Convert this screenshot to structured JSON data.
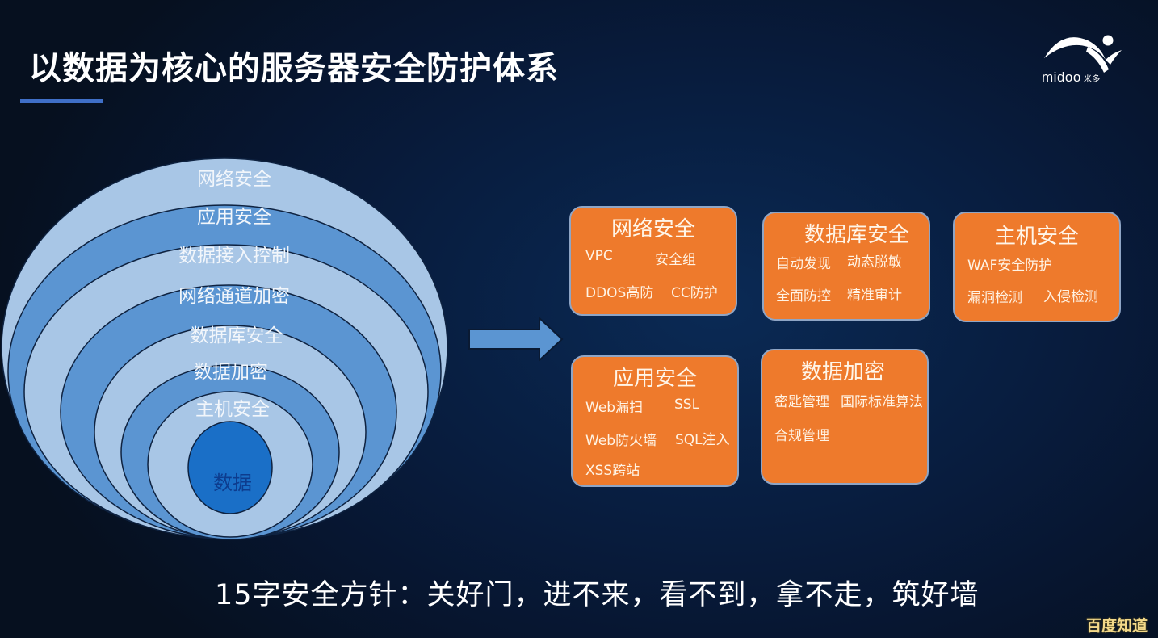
{
  "header": {
    "title": "以数据为核心的服务器安全防护体系",
    "underline_color": "#3f6fc7"
  },
  "logo": {
    "brand": "midoo",
    "brand_cn": "米多",
    "icon": "midoo-figure-logo-icon"
  },
  "onion_diagram": {
    "layers": [
      {
        "label": "网络安全",
        "fill": "#a8c6e6"
      },
      {
        "label": "应用安全",
        "fill": "#5b95d2"
      },
      {
        "label": "数据接入控制",
        "fill": "#a8c6e6"
      },
      {
        "label": "网络通道加密",
        "fill": "#5b95d2"
      },
      {
        "label": "数据库安全",
        "fill": "#a8c6e6"
      },
      {
        "label": "数据加密",
        "fill": "#5b95d2"
      },
      {
        "label": "主机安全",
        "fill": "#a8c6e6"
      }
    ],
    "core": {
      "label": "数据",
      "fill": "#1a6fc7"
    }
  },
  "arrow": {
    "icon": "right-arrow-icon",
    "fill": "#5b95d2"
  },
  "cards": [
    {
      "title": "网络安全",
      "items": [
        "VPC",
        "安全组",
        "DDOS高防",
        "CC防护"
      ]
    },
    {
      "title": "数据库安全",
      "items": [
        "自动发现",
        "动态脱敏",
        "全面防控",
        "精准审计"
      ]
    },
    {
      "title": "主机安全",
      "items": [
        "WAF安全防护",
        "漏洞检测",
        "入侵检测"
      ]
    },
    {
      "title": "应用安全",
      "items": [
        "Web漏扫",
        "SSL",
        "Web防火墙",
        "SQL注入",
        "XSS跨站"
      ]
    },
    {
      "title": "数据加密",
      "items": [
        "密匙管理",
        "国际标准算法",
        "合规管理"
      ]
    }
  ],
  "card_color": "#ee7a2c",
  "footer": {
    "text": "15字安全方针：关好门，进不来，看不到，拿不走，筑好墙"
  },
  "watermark": {
    "text": "百度知道"
  }
}
